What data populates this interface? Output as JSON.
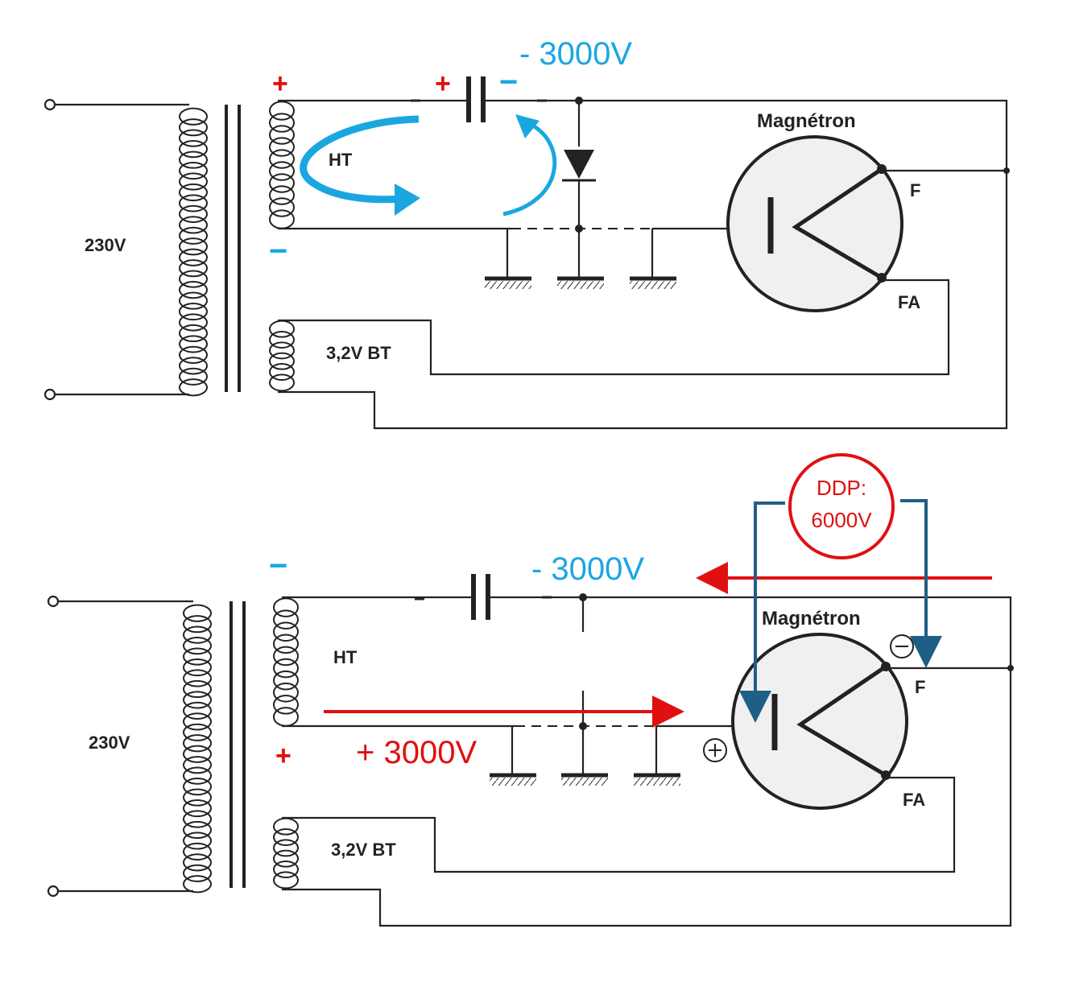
{
  "top": {
    "primary_label": "230V",
    "ht_label": "HT",
    "bt_label": "3,2V  BT",
    "magnetron_label": "Magnétron",
    "f_label": "F",
    "fa_label": "FA",
    "voltage_label": "- 3000V",
    "plus_sign": "+",
    "minus_sign": "−"
  },
  "bottom": {
    "primary_label": "230V",
    "ht_label": "HT",
    "bt_label": "3,2V  BT",
    "magnetron_label": "Magnétron",
    "f_label": "F",
    "fa_label": "FA",
    "neg_voltage_label": "- 3000V",
    "pos_voltage_label": "+ 3000V",
    "ddp_line1": "DDP:",
    "ddp_line2": "6000V",
    "plus_sign": "+",
    "minus_sign": "−"
  },
  "colors": {
    "blue": "#1aa7e0",
    "red": "#e01010",
    "navy": "#1f5f86",
    "wire": "#222222"
  }
}
